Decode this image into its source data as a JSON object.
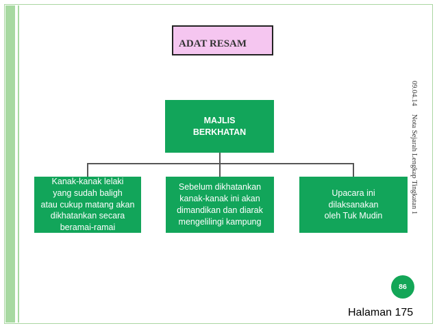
{
  "title": "ADAT RESAM",
  "root": "MAJLIS\nBERKHATAN",
  "children": [
    "Kanak-kanak lelaki\nyang sudah baligh\natau cukup matang akan\ndikhatankan secara\nberamai-ramai",
    "Sebelum dikhatankan\nkanak-kanak ini akan\ndimandikan dan diarak\nmengelilingi kampung",
    "Upacara ini\ndilaksanakan\noleh Tuk Mudin"
  ],
  "side_date": "09.04.14",
  "side_caption": "Nota Sejarah Lengkap Tingkatan 1",
  "slide_number": "86",
  "page_ref": "Halaman 175",
  "colors": {
    "node": "#12a55a",
    "title_fill": "#f5c6f0",
    "rail": "#a7d9a1"
  }
}
